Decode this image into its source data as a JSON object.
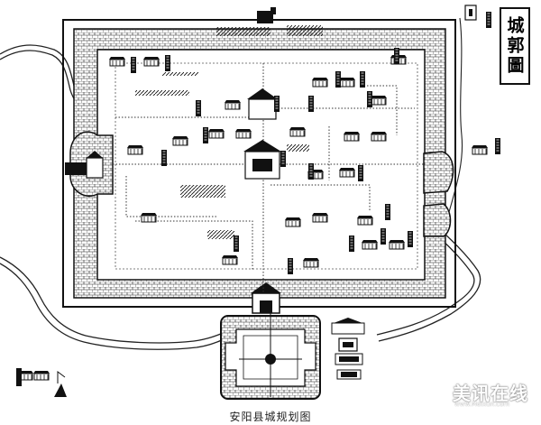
{
  "map": {
    "title": "城郭圖",
    "caption": "安阳县城规划图",
    "watermark": {
      "brand": "美讯在线",
      "url": "www.Meixun.com"
    }
  },
  "colors": {
    "ink": "#111111",
    "paper": "#ffffff",
    "river": "#222222"
  },
  "icons": [
    "city-wall",
    "river",
    "gate-tower",
    "courtyard-compound",
    "watchtower",
    "tree-cluster"
  ]
}
